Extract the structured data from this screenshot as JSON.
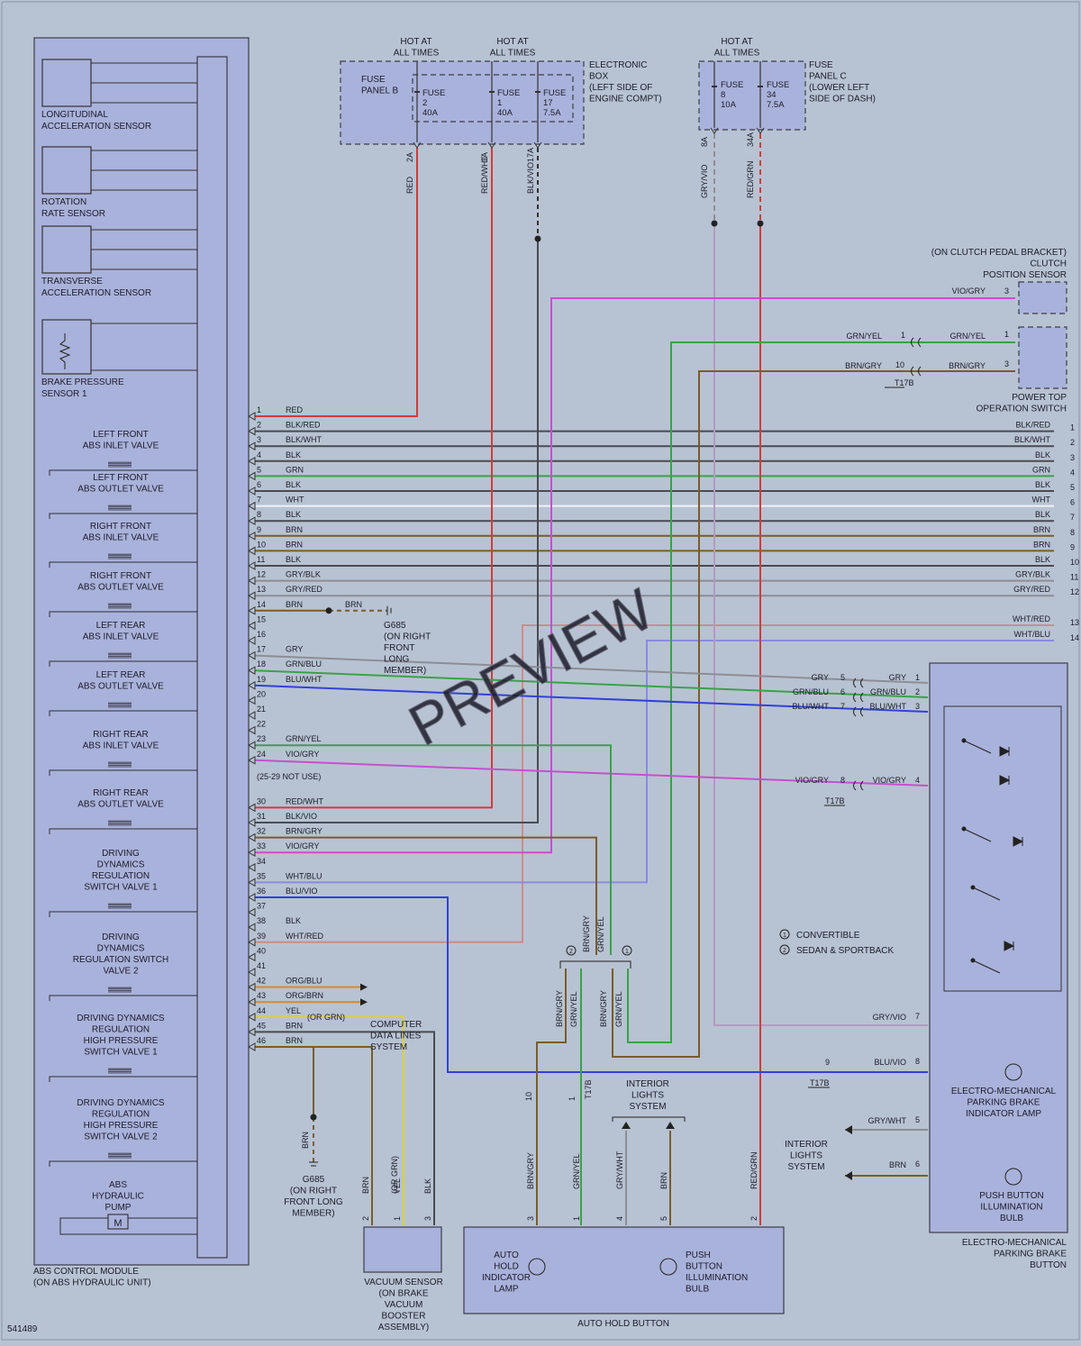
{
  "diagram_id": "541489",
  "watermark": "PREVIEW",
  "abs_module": {
    "title": "ABS CONTROL MODULE",
    "subtitle": "(ON ABS HYDRAULIC UNIT)",
    "sensors": [
      {
        "l1": "LONGITUDINAL",
        "l2": "ACCELERATION SENSOR"
      },
      {
        "l1": "ROTATION",
        "l2": "RATE SENSOR"
      },
      {
        "l1": "TRANSVERSE",
        "l2": "ACCELERATION SENSOR"
      },
      {
        "l1": "BRAKE PRESSURE",
        "l2": "SENSOR 1"
      }
    ],
    "valves": [
      [
        "LEFT FRONT",
        "ABS INLET VALVE"
      ],
      [
        "LEFT FRONT",
        "ABS OUTLET VALVE"
      ],
      [
        "RIGHT FRONT",
        "ABS INLET VALVE"
      ],
      [
        "RIGHT FRONT",
        "ABS OUTLET VALVE"
      ],
      [
        "LEFT REAR",
        "ABS INLET VALVE"
      ],
      [
        "LEFT REAR",
        "ABS OUTLET VALVE"
      ],
      [
        "RIGHT REAR",
        "ABS INLET VALVE"
      ],
      [
        "RIGHT REAR",
        "ABS OUTLET VALVE"
      ],
      [
        "DRIVING",
        "DYNAMICS",
        "REGULATION",
        "SWITCH VALVE 1"
      ],
      [
        "DRIVING",
        "DYNAMICS",
        "REGULATION SWITCH",
        "VALVE 2"
      ],
      [
        "DRIVING DYNAMICS",
        "REGULATION",
        "HIGH PRESSURE",
        "SWITCH VALVE 1"
      ],
      [
        "DRIVING DYNAMICS",
        "REGULATION",
        "HIGH PRESSURE",
        "SWITCH VALVE 2"
      ],
      [
        "ABS",
        "HYDRAULIC",
        "PUMP"
      ]
    ],
    "pump_symbol": "M"
  },
  "pins": [
    {
      "n": "1",
      "c": "RED"
    },
    {
      "n": "2",
      "c": "BLK/RED"
    },
    {
      "n": "3",
      "c": "BLK/WHT"
    },
    {
      "n": "4",
      "c": "BLK"
    },
    {
      "n": "5",
      "c": "GRN"
    },
    {
      "n": "6",
      "c": "BLK"
    },
    {
      "n": "7",
      "c": "WHT"
    },
    {
      "n": "8",
      "c": "BLK"
    },
    {
      "n": "9",
      "c": "BRN"
    },
    {
      "n": "10",
      "c": "BRN"
    },
    {
      "n": "11",
      "c": "BLK"
    },
    {
      "n": "12",
      "c": "GRY/BLK"
    },
    {
      "n": "13",
      "c": "GRY/RED"
    },
    {
      "n": "14",
      "c": "BRN"
    },
    {
      "n": "15",
      "c": ""
    },
    {
      "n": "16",
      "c": ""
    },
    {
      "n": "17",
      "c": "GRY"
    },
    {
      "n": "18",
      "c": "GRN/BLU"
    },
    {
      "n": "19",
      "c": "BLU/WHT"
    },
    {
      "n": "20",
      "c": ""
    },
    {
      "n": "21",
      "c": ""
    },
    {
      "n": "22",
      "c": ""
    },
    {
      "n": "23",
      "c": "GRN/YEL"
    },
    {
      "n": "24",
      "c": "VIO/GRY"
    },
    {
      "n": "30",
      "c": "RED/WHT"
    },
    {
      "n": "31",
      "c": "BLK/VIO"
    },
    {
      "n": "32",
      "c": "BRN/GRY"
    },
    {
      "n": "33",
      "c": "VIO/GRY"
    },
    {
      "n": "34",
      "c": ""
    },
    {
      "n": "35",
      "c": "WHT/BLU"
    },
    {
      "n": "36",
      "c": "BLU/VIO"
    },
    {
      "n": "37",
      "c": ""
    },
    {
      "n": "38",
      "c": "BLK"
    },
    {
      "n": "39",
      "c": "WHT/RED"
    },
    {
      "n": "40",
      "c": ""
    },
    {
      "n": "41",
      "c": ""
    },
    {
      "n": "42",
      "c": "ORG/BLU"
    },
    {
      "n": "43",
      "c": "ORG/BRN"
    },
    {
      "n": "44",
      "c": "YEL"
    },
    {
      "n": "45",
      "c": "BRN"
    },
    {
      "n": "46",
      "c": "BRN"
    }
  ],
  "not_used": "(25-29 NOT USE)",
  "pin44_alt": "(OR GRN)",
  "pin14_brn": "BRN",
  "right_bus": [
    {
      "c": "BLK/RED",
      "n": "1"
    },
    {
      "c": "BLK/WHT",
      "n": "2"
    },
    {
      "c": "BLK",
      "n": "3"
    },
    {
      "c": "GRN",
      "n": "4"
    },
    {
      "c": "BLK",
      "n": "5"
    },
    {
      "c": "WHT",
      "n": "6"
    },
    {
      "c": "BLK",
      "n": "7"
    },
    {
      "c": "BRN",
      "n": "8"
    },
    {
      "c": "BRN",
      "n": "9"
    },
    {
      "c": "BLK",
      "n": "10"
    },
    {
      "c": "GRY/BLK",
      "n": "11"
    },
    {
      "c": "GRY/RED",
      "n": "12"
    },
    {
      "c": "WHT/RED",
      "n": "13"
    },
    {
      "c": "WHT/BLU",
      "n": "14"
    }
  ],
  "fuse_b": {
    "panel": [
      "FUSE",
      "PANEL B"
    ],
    "box": [
      "ELECTRONIC",
      "BOX",
      "(LEFT SIDE OF",
      "ENGINE COMPT)"
    ],
    "hot": [
      "HOT AT",
      "ALL TIMES"
    ],
    "fuses": [
      {
        "l": "FUSE",
        "n": "2",
        "a": "40A",
        "wire": "RED",
        "pin": "2A"
      },
      {
        "l": "FUSE",
        "n": "1",
        "a": "40A",
        "wire": "RED/WHT",
        "pin": "1A"
      },
      {
        "l": "FUSE",
        "n": "17",
        "a": "7.5A",
        "wire": "BLK/VIO",
        "pin": "17A"
      }
    ]
  },
  "fuse_c": {
    "panel": [
      "FUSE",
      "PANEL C",
      "(LOWER LEFT",
      "SIDE OF DASH)"
    ],
    "hot": [
      "HOT AT",
      "ALL TIMES"
    ],
    "fuses": [
      {
        "l": "FUSE",
        "n": "8",
        "a": "10A",
        "wire": "GRY/VIO",
        "pin": "8A"
      },
      {
        "l": "FUSE",
        "n": "34",
        "a": "7.5A",
        "wire": "RED/GRN",
        "pin": "34A"
      }
    ]
  },
  "clutch": {
    "l1": "(ON CLUTCH PEDAL BRACKET)",
    "l2": "CLUTCH",
    "l3": "POSITION SENSOR",
    "wire": "VIO/GRY",
    "pin": "3"
  },
  "power_top": {
    "l1": "POWER TOP",
    "l2": "OPERATION SWITCH",
    "conn": "T17B",
    "w1": "GRN/YEL",
    "p1a": "1",
    "p1b": "1",
    "w2": "BRN/GRY",
    "p2a": "10",
    "p2b": "3"
  },
  "epb": {
    "title": [
      "ELECTRO-MECHANICAL",
      "PARKING BRAKE",
      "BUTTON"
    ],
    "lamp": [
      "ELECTRO-MECHANICAL",
      "PARKING BRAKE",
      "INDICATOR LAMP"
    ],
    "bulb": [
      "PUSH BUTTON",
      "ILLUMINATION",
      "BULB"
    ],
    "conns": [
      {
        "w": "GRY",
        "a": "5",
        "b": "1"
      },
      {
        "w": "GRN/BLU",
        "a": "6",
        "b": "2"
      },
      {
        "w": "BLU/WHT",
        "a": "7",
        "b": "3"
      },
      {
        "w": "VIO/GRY",
        "a": "8",
        "b": "4"
      }
    ],
    "t17b": "T17B",
    "p7": {
      "w": "GRY/VIO",
      "n": "7"
    },
    "p8": {
      "w": "BLU/VIO",
      "a": "9",
      "n": "8",
      "t": "T17B"
    },
    "p5": {
      "w": "GRY/WHT",
      "n": "5"
    },
    "p6": {
      "w": "BRN",
      "n": "6"
    },
    "interior": [
      "INTERIOR",
      "LIGHTS",
      "SYSTEM"
    ]
  },
  "legend": [
    {
      "k": "1",
      "v": "CONVERTIBLE"
    },
    {
      "k": "2",
      "v": "SEDAN & SPORTBACK"
    }
  ],
  "g685_top": [
    "G685",
    "(ON RIGHT",
    "FRONT",
    "LONG",
    "MEMBER)"
  ],
  "g685_bottom": [
    "G685",
    "(ON RIGHT",
    "FRONT LONG",
    "MEMBER)"
  ],
  "computer": [
    "COMPUTER",
    "DATA LINES",
    "SYSTEM"
  ],
  "vacuum": {
    "label": [
      "VACUUM SENSOR",
      "(ON BRAKE",
      "VACUUM",
      "BOOSTER",
      "ASSEMBLY)"
    ],
    "wires": [
      {
        "w": "BRN",
        "p": "2"
      },
      {
        "w": "YEL",
        "alt": "(OR GRN)",
        "p": "1"
      },
      {
        "w": "BLK",
        "p": "3"
      }
    ]
  },
  "auto_hold": {
    "title": "AUTO HOLD BUTTON",
    "lamp": [
      "AUTO",
      "HOLD",
      "INDICATOR",
      "LAMP"
    ],
    "bulb": [
      "PUSH",
      "BUTTON",
      "ILLUMINATION",
      "BULB"
    ],
    "wires": [
      {
        "w": "BRN/GRY",
        "p": "3"
      },
      {
        "w": "GRN/YEL",
        "p": "1"
      },
      {
        "w": "GRY/WHT",
        "p": "4"
      },
      {
        "w": "BRN",
        "p": "5"
      },
      {
        "w": "RED/GRN",
        "p": "2"
      }
    ],
    "interior": [
      "INTERIOR",
      "LIGHTS",
      "SYSTEM"
    ]
  },
  "split": {
    "left": [
      "BRN/GRY",
      "GRN/YEL"
    ],
    "right": [
      "BRN/GRY",
      "GRN/YEL"
    ],
    "top": [
      "BRN/GRY",
      "GRN/YEL"
    ],
    "k2": "2",
    "k1": "1",
    "c10": "10",
    "c1": "1",
    "t17b": "T17B"
  },
  "colors": {
    "RED": "#d23b3b",
    "BLK": "#4a4a52",
    "GRN": "#3aa14a",
    "WHT": "#e8e8ee",
    "BRN": "#7a5c2c",
    "GRY": "#8d8d96",
    "VIO": "#c64fcf",
    "BLU": "#3340d8",
    "YEL": "#d8d23a",
    "ORG": "#d88a2a"
  }
}
